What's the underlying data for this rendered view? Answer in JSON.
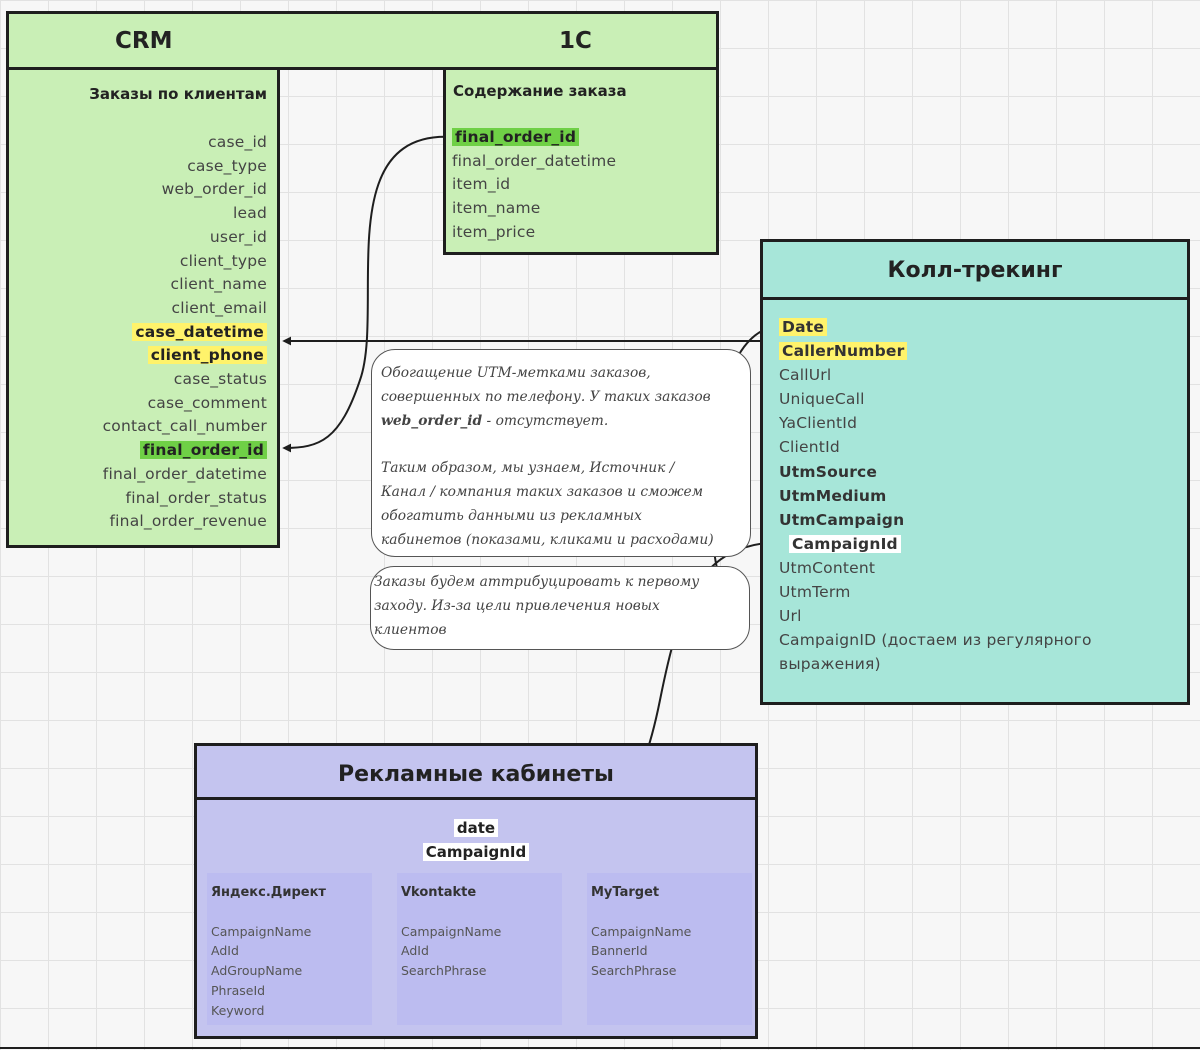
{
  "crm": {
    "title": "CRM",
    "table_title": "Заказы по клиентам",
    "fields": [
      {
        "name": "case_id",
        "hl": ""
      },
      {
        "name": "case_type",
        "hl": ""
      },
      {
        "name": "web_order_id",
        "hl": ""
      },
      {
        "name": "lead",
        "hl": ""
      },
      {
        "name": "user_id",
        "hl": ""
      },
      {
        "name": "client_type",
        "hl": ""
      },
      {
        "name": "client_name",
        "hl": ""
      },
      {
        "name": "client_email",
        "hl": ""
      },
      {
        "name": "case_datetime",
        "hl": "yellow"
      },
      {
        "name": "client_phone",
        "hl": "yellow"
      },
      {
        "name": "case_status",
        "hl": ""
      },
      {
        "name": "case_comment",
        "hl": ""
      },
      {
        "name": "contact_call_number",
        "hl": ""
      },
      {
        "name": "final_order_id",
        "hl": "green"
      },
      {
        "name": "final_order_datetime",
        "hl": ""
      },
      {
        "name": "final_order_status",
        "hl": ""
      },
      {
        "name": "final_order_revenue",
        "hl": ""
      }
    ]
  },
  "onec": {
    "title": "1C",
    "table_title": "Содержание заказа",
    "fields": [
      {
        "name": "final_order_id",
        "hl": "green"
      },
      {
        "name": "final_order_datetime",
        "hl": ""
      },
      {
        "name": "item_id",
        "hl": ""
      },
      {
        "name": "item_name",
        "hl": ""
      },
      {
        "name": "item_price",
        "hl": ""
      }
    ]
  },
  "calltracking": {
    "title": "Колл-трекинг",
    "fields": [
      {
        "name": "Date",
        "hl": "yellow",
        "bold": true
      },
      {
        "name": "CallerNumber",
        "hl": "yellow",
        "bold": true
      },
      {
        "name": "CallUrl",
        "hl": "",
        "bold": false
      },
      {
        "name": "UniqueCall",
        "hl": "",
        "bold": false
      },
      {
        "name": "YaClientId",
        "hl": "",
        "bold": false
      },
      {
        "name": "ClientId",
        "hl": "",
        "bold": false
      },
      {
        "name": "UtmSource",
        "hl": "",
        "bold": true
      },
      {
        "name": "UtmMedium",
        "hl": "",
        "bold": true
      },
      {
        "name": "UtmCampaign",
        "hl": "",
        "bold": true
      },
      {
        "name": "CampaignId",
        "hl": "white",
        "bold": true
      },
      {
        "name": "UtmContent",
        "hl": "",
        "bold": false
      },
      {
        "name": "UtmTerm",
        "hl": "",
        "bold": false
      },
      {
        "name": "Url",
        "hl": "",
        "bold": false
      },
      {
        "name": "CampaignID (достаем из регулярного",
        "hl": "",
        "bold": false
      },
      {
        "name": "выражения)",
        "hl": "",
        "bold": false
      }
    ]
  },
  "notes": {
    "enrichment": {
      "lines": [
        "Обогащение UTM-метками заказов,",
        "совершенных по телефону. У таких заказов",
        "",
        "",
        "Таким образом, мы узнаем, Источник /",
        "Канал / компания таких заказов и сможем",
        "обогатить данными из рекламных",
        "кабинетов (показами, кликами и расходами)"
      ],
      "bold_part": "web_order_id",
      "rest_part": " - отсутствует."
    },
    "attribution": {
      "lines": [
        "Заказы будем аттрибуцировать к первому",
        "заходу. Из-за цели привлечения новых",
        "клиентов"
      ]
    }
  },
  "ads": {
    "title": "Рекламные кабинеты",
    "keys": [
      "date",
      "CampaignId"
    ],
    "cabinets": [
      {
        "title": "Яндекс.Директ",
        "fields": [
          "CampaignName",
          "AdId",
          "AdGroupName",
          "PhraseId",
          "Keyword"
        ]
      },
      {
        "title": "Vkontakte",
        "fields": [
          "CampaignName",
          "AdId",
          "SearchPhrase"
        ]
      },
      {
        "title": "MyTarget",
        "fields": [
          "CampaignName",
          "BannerId",
          "SearchPhrase"
        ]
      }
    ]
  },
  "colors": {
    "green_bg": "#c9efb6",
    "teal_bg": "#a7e6d9",
    "purple_bg": "#c4c4ef",
    "highlight_yellow": "#fff36b",
    "highlight_green": "#6fd046"
  }
}
